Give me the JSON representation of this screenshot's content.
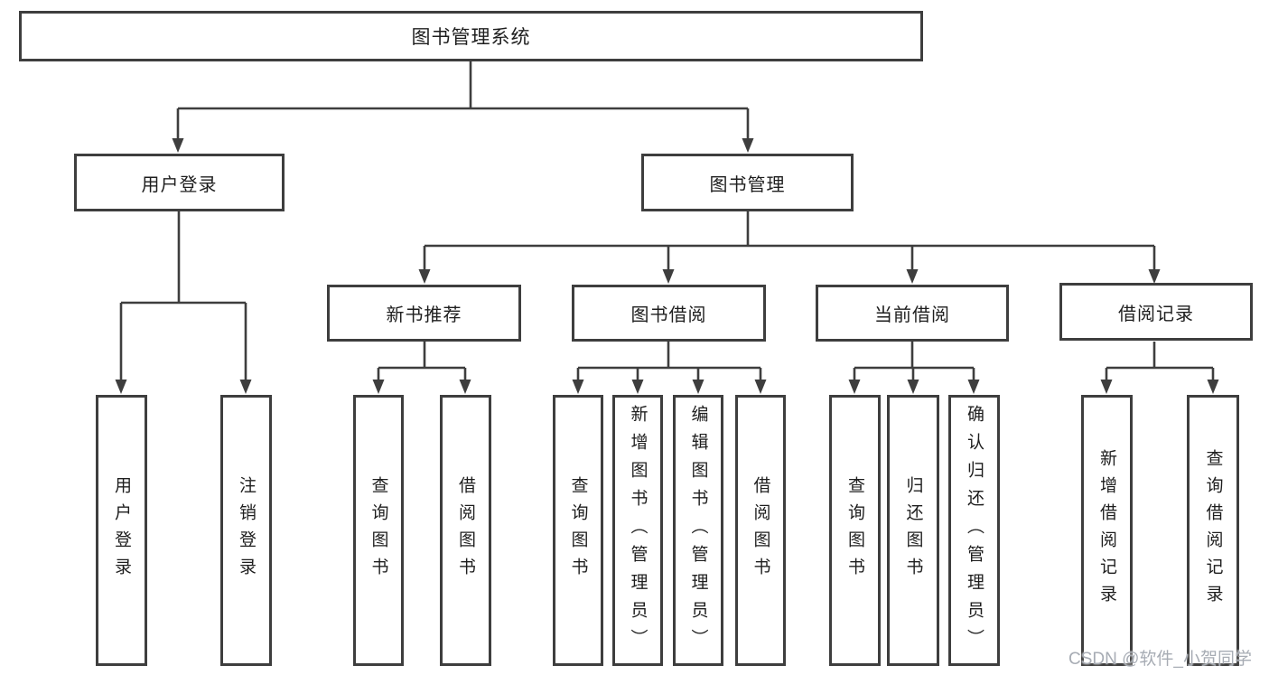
{
  "diagram": {
    "title": "图书管理系统",
    "children": [
      {
        "label": "用户登录",
        "children": [
          {
            "label": "用户登录"
          },
          {
            "label": "注销登录"
          }
        ]
      },
      {
        "label": "图书管理",
        "children": [
          {
            "label": "新书推荐",
            "children": [
              {
                "label": "查询图书"
              },
              {
                "label": "借阅图书"
              }
            ]
          },
          {
            "label": "图书借阅",
            "children": [
              {
                "label": "查询图书"
              },
              {
                "label": "新增图书（管理员）"
              },
              {
                "label": "编辑图书（管理员）"
              },
              {
                "label": "借阅图书"
              }
            ]
          },
          {
            "label": "当前借阅",
            "children": [
              {
                "label": "查询图书"
              },
              {
                "label": "归还图书"
              },
              {
                "label": "确认归还（管理员）"
              }
            ]
          },
          {
            "label": "借阅记录",
            "children": [
              {
                "label": "新增借阅记录"
              },
              {
                "label": "查询借阅记录"
              }
            ]
          }
        ]
      }
    ]
  },
  "watermark": {
    "text": "CSDN @软件_小贺同学"
  },
  "colors": {
    "line": "#3e3e3e",
    "text": "#1e1e1e",
    "background": "#ffffff",
    "watermark": "#a7acb4"
  }
}
